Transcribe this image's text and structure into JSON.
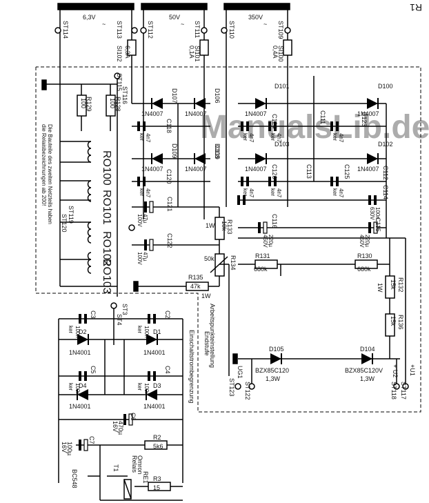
{
  "watermark": "ManualsLib.de",
  "voltages": {
    "v6": "6,3V",
    "v50": "50V",
    "v350": "350V",
    "tilde": "~"
  },
  "side_note": [
    "Die Bauteile des zweiten Netzteils haben",
    "die Relaisbezeichnungen ab 200!"
  ],
  "labels": {
    "ST114": "ST114",
    "ST113": "ST113",
    "ST112": "ST112",
    "ST111": "ST111",
    "ST110": "ST110",
    "ST109": "ST109",
    "SI102": "SI102",
    "SI102v": "6,3A",
    "SI101": "SI101",
    "SI101v": "0,1A",
    "SI100": "SI100",
    "SI100v": "0,4A",
    "ST115": "ST115",
    "ST116": "ST116",
    "R129": "R129",
    "R129v": "100",
    "R128": "R128",
    "R128v": "100",
    "D107": "D107",
    "D106": "D106",
    "D101": "D101",
    "D100": "D100",
    "D109": "D109",
    "D108": "D108",
    "D103": "D103",
    "D102": "D102",
    "n4007": "1N4007",
    "C118": "C118",
    "C119": "C119",
    "C120": "C120",
    "C121": "C121",
    "C122": "C122",
    "C124": "C124",
    "C123": "C123",
    "C126": "C126",
    "C125": "C125",
    "C113": "C113",
    "C112": "C112",
    "C114": "C114",
    "C111": "C111",
    "C115": "C115",
    "C116": "C116",
    "c4n7": "4n7",
    "ker": "ker",
    "c47u": "47µ",
    "c100v": "100V",
    "c220u": "220µ",
    "c450v": "450V",
    "c100n": "100n",
    "c630v": "630V",
    "RO100": "RO100",
    "RO101": "RO101",
    "RO102": "RO102",
    "RO103": "RO103",
    "ST119": "ST119",
    "ST120": "ST120",
    "R133": "R133",
    "R133v": "10k",
    "R133p": "1W",
    "R134": "R134",
    "R134v": "50k",
    "R135": "R135",
    "R135v": "47k",
    "R135p": "1W",
    "R131": "R131",
    "R131v": "680k",
    "R130": "R130",
    "R130v": "680k",
    "R132": "R132",
    "R132v": "15k",
    "R132p": "1W",
    "R136": "R136",
    "R136v": "15k",
    "ST3": "ST3",
    "ST4": "ST4",
    "C3": "C3",
    "C2": "C2",
    "C5": "C5",
    "C4": "C4",
    "D1": "D1",
    "D2": "D2",
    "D3": "D3",
    "D4": "D4",
    "n4001": "1N4001",
    "c100nker": "100n",
    "cker": "ker",
    "einschalt": "Einschaltstrombegrenzung",
    "arbeits": "Arbeitspunkteinstellung",
    "endstufe": "Endstufe",
    "UG1": "UG1",
    "ST123": "ST123",
    "ST122": "ST122",
    "ST118": "ST118",
    "ST117": "ST117",
    "U2": "+ U2",
    "U1": "+U1",
    "D105": "D105",
    "D104": "D104",
    "D105v": "BZX85C120",
    "D104v": "BZX85C120V",
    "w13": "1,3W",
    "C6": "C6",
    "C6v": "470µ",
    "C6u": "16V",
    "C7": "C7",
    "C7v": "100µ",
    "C7u": "16V",
    "R2": "R2",
    "R2v": "5k6",
    "R3": "R3",
    "R3v": "15",
    "T1": "T1",
    "BC548": "BC548",
    "omron": "Omron",
    "relais": "Relais",
    "RE1": "RE1",
    "R1": "R1"
  }
}
